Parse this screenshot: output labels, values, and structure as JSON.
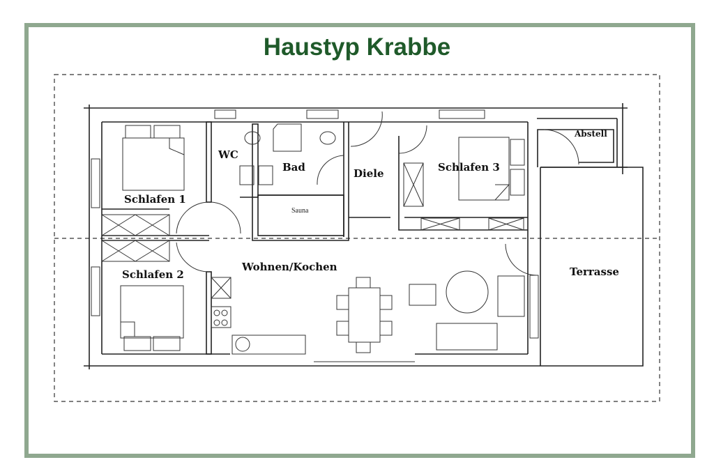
{
  "title": "Haustyp Krabbe",
  "colors": {
    "title": "#1f5a2a",
    "frame": "#8fa88f",
    "lines": "#222222"
  },
  "rooms": {
    "schlafen1": "Schlafen 1",
    "schlafen2": "Schlafen 2",
    "schlafen3": "Schlafen 3",
    "wc": "WC",
    "bad": "Bad",
    "sauna": "Sauna",
    "diele": "Diele",
    "abstell": "Abstell",
    "wohnen": "Wohnen/Kochen",
    "terrasse": "Terrasse"
  }
}
